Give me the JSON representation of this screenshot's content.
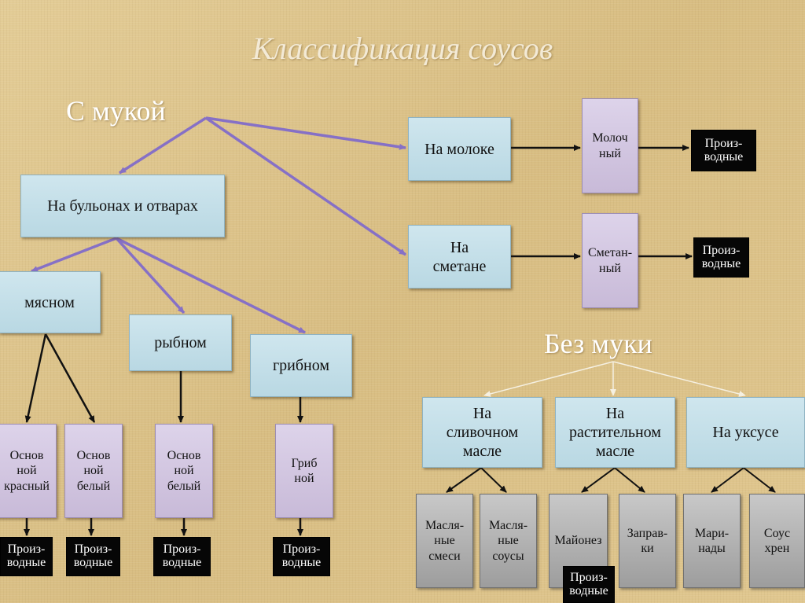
{
  "title": "Классификация соусов",
  "with_flour": {
    "label": "С мукой",
    "broths": "На бульонах и отварах",
    "meat": "мясном",
    "fish": "рыбном",
    "mushroom": "грибном",
    "milk": "На молоке",
    "sour_cream": "На\nсметане",
    "dairy": "Молоч\nный",
    "sour_cream_sauce": "Сметан-\nный",
    "meat_red": "Основ\nной\nкрасный",
    "meat_white": "Основ\nной\nбелый",
    "fish_white": "Основ\nной\nбелый",
    "mushroom_sauce": "Гриб\nной"
  },
  "without_flour": {
    "label": "Без муки",
    "butter": "На\nсливочном\nмасле",
    "vegetable_oil": "На\nрастительном\nмасле",
    "vinegar": "На уксусе",
    "butter_mixes": "Масля-\nные\nсмеси",
    "butter_sauces": "Масля-\nные\nсоусы",
    "mayonnaise": "Майонез",
    "dressings": "Заправ-\nки",
    "marinades": "Мари-\nнады",
    "horseradish": "Соус\nхрен"
  },
  "derivatives": "Произ-\nводные",
  "colors": {
    "arrow_purple": "#8670c6",
    "arrow_black": "#111111",
    "arrow_white": "#f5f0e2"
  }
}
